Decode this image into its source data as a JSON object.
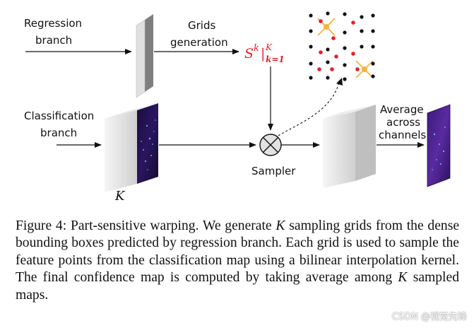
{
  "diagram": {
    "regression_branch": [
      "Regression",
      "branch"
    ],
    "classification_branch": [
      "Classification",
      "branch"
    ],
    "grids_generation": [
      "Grids",
      "generation"
    ],
    "grids_formula": {
      "base": "S",
      "sup": "k",
      "bar": "|",
      "upper": "K",
      "lower": "k=1"
    },
    "k_label": "K",
    "sampler": "Sampler",
    "average": [
      "Average",
      "across",
      "channels"
    ],
    "colors": {
      "formula": "#e8202a",
      "black_dot": "#111111",
      "red_dot": "#e8202a",
      "yellow_marker": "#f2b53c"
    }
  },
  "caption": {
    "label": "Figure 4:",
    "part1": "Part-sensitive warping. We generate",
    "k": "K",
    "part2": "sampling grids from the dense bounding boxes predicted by regression branch. Each grid is used to sample the feature points from the classification map using a bilinear interpolation kernel. The final confidence map is computed by taking average among",
    "part3": "sampled maps."
  },
  "watermark": "CSDN @视觉先锋"
}
